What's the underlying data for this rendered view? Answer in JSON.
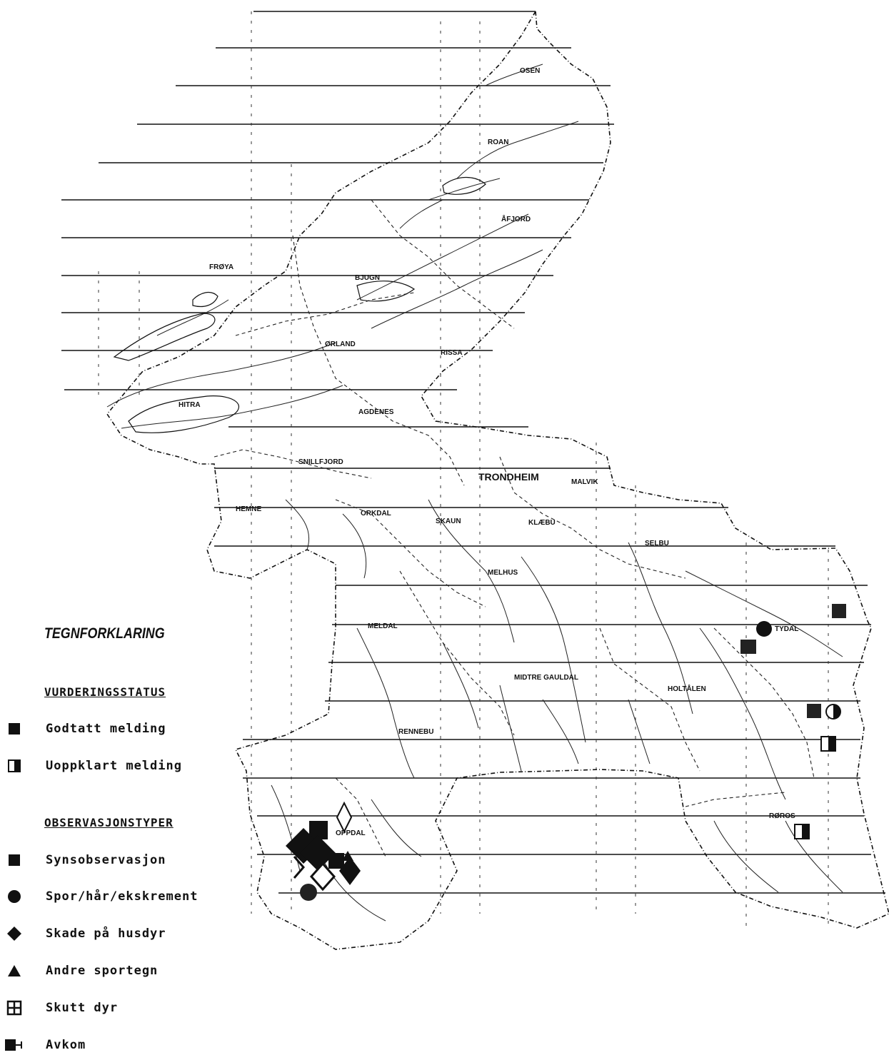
{
  "map": {
    "places": [
      {
        "id": "osen",
        "name": "OSEN"
      },
      {
        "id": "roan",
        "name": "ROAN"
      },
      {
        "id": "afjord",
        "name": "ÅFJORD"
      },
      {
        "id": "froya",
        "name": "FRØYA"
      },
      {
        "id": "bjugn",
        "name": "BJUGN"
      },
      {
        "id": "orland",
        "name": "ØRLAND"
      },
      {
        "id": "rissa",
        "name": "RISSA"
      },
      {
        "id": "hitra",
        "name": "HITRA"
      },
      {
        "id": "agdenes",
        "name": "AGDENES"
      },
      {
        "id": "snillfjord",
        "name": "SNILLFJORD"
      },
      {
        "id": "trondheim",
        "name": "TRONDHEIM"
      },
      {
        "id": "malvik",
        "name": "MALVIK"
      },
      {
        "id": "hemne",
        "name": "HEMNE"
      },
      {
        "id": "orkdal",
        "name": "ORKDAL"
      },
      {
        "id": "skaun",
        "name": "SKAUN"
      },
      {
        "id": "klaebu",
        "name": "KLÆBU"
      },
      {
        "id": "selbu",
        "name": "SELBU"
      },
      {
        "id": "melhus",
        "name": "MELHUS"
      },
      {
        "id": "meldal",
        "name": "MELDAL"
      },
      {
        "id": "tydal",
        "name": "TYDAL"
      },
      {
        "id": "midtre_gauldal",
        "name": "MIDTRE GAULDAL"
      },
      {
        "id": "holtalen",
        "name": "HOLTÅLEN"
      },
      {
        "id": "rennebu",
        "name": "RENNEBU"
      },
      {
        "id": "roros",
        "name": "RØROS"
      },
      {
        "id": "oppdal",
        "name": "OPPDAL"
      }
    ],
    "observations": [
      {
        "type": "synsobservasjon",
        "status": "godtatt",
        "near": "TYDAL"
      },
      {
        "type": "spor/hår/ekskrement",
        "status": "godtatt",
        "near": "TYDAL"
      },
      {
        "type": "synsobservasjon",
        "status": "godtatt",
        "near": "TYDAL"
      },
      {
        "type": "synsobservasjon",
        "status": "godtatt",
        "near": "HOLTÅLEN"
      },
      {
        "type": "spor/hår/ekskrement",
        "status": "uoppklart",
        "near": "HOLTÅLEN"
      },
      {
        "type": "synsobservasjon",
        "status": "uoppklart",
        "near": "HOLTÅLEN"
      },
      {
        "type": "synsobservasjon",
        "status": "uoppklart",
        "near": "RØROS"
      },
      {
        "type": "synsobservasjon",
        "status": "godtatt",
        "near": "OPPDAL"
      },
      {
        "type": "skade på husdyr",
        "status": "godtatt",
        "near": "OPPDAL"
      },
      {
        "type": "skade på husdyr",
        "status": "uoppklart",
        "near": "OPPDAL"
      },
      {
        "type": "andre sportegn",
        "status": "godtatt",
        "near": "OPPDAL"
      },
      {
        "type": "spor/hår/ekskrement",
        "status": "godtatt",
        "near": "OPPDAL"
      }
    ]
  },
  "legend": {
    "title": "TEGNFORKLARING",
    "status_heading": "VURDERINGSSTATUS",
    "status_items": [
      {
        "icon": "filled-square-icon",
        "label": "Godtatt melding"
      },
      {
        "icon": "half-filled-square-icon",
        "label": "Uoppklart melding"
      }
    ],
    "type_heading": "OBSERVASJONSTYPER",
    "type_items": [
      {
        "icon": "square-icon",
        "label": "Synsobservasjon"
      },
      {
        "icon": "circle-icon",
        "label": "Spor/hår/ekskrement"
      },
      {
        "icon": "diamond-icon",
        "label": "Skade på husdyr"
      },
      {
        "icon": "triangle-icon",
        "label": "Andre sportegn"
      },
      {
        "icon": "grid-square-icon",
        "label": "Skutt dyr"
      },
      {
        "icon": "square-with-tick-icon",
        "label": "Avkom"
      }
    ]
  }
}
